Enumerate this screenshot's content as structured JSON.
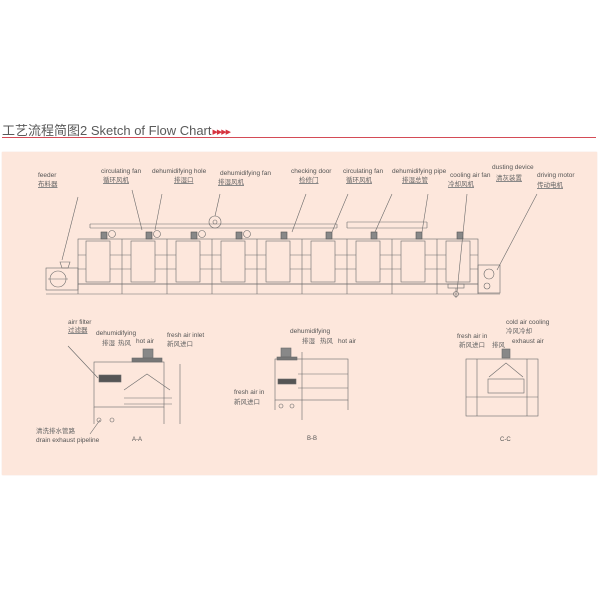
{
  "header": {
    "title": "工艺流程简图2  Sketch of Flow Chart",
    "arrows": "▶▶▶▶",
    "accent_color": "#d6333f",
    "panel_color": "#fde7dc"
  },
  "main_view": {
    "labels": [
      {
        "en": "feeder",
        "cn": "布料器"
      },
      {
        "en": "circulating fan",
        "cn": "循环风机"
      },
      {
        "en": "dehumidifying hole",
        "cn": "排湿口"
      },
      {
        "en": "dehumidifying fan",
        "cn": "排湿风机"
      },
      {
        "en": "checking door",
        "cn": "检修门"
      },
      {
        "en": "circulating fan",
        "cn": "循环风机"
      },
      {
        "en": "dehumidifying pipe",
        "cn": "排湿总管"
      },
      {
        "en": "cooling air fan",
        "cn": "冷却风机"
      },
      {
        "en": "dusting device",
        "cn": "清灰装置"
      },
      {
        "en": "driving motor",
        "cn": "传动电机"
      }
    ],
    "chamber_count": 9
  },
  "section_aa": {
    "labels": {
      "air_filter_en": "airr filter",
      "air_filter_cn": "过滤器",
      "dehumidifying_en": "dehumidifying",
      "dehumidifying_cn": "排湿",
      "hot_air_cn": "热风",
      "hot_air_en": "hot air",
      "fresh_air_inlet_en": "fresh air inlet",
      "fresh_air_inlet_cn": "新风进口",
      "drain_cn": "清洗排水管路",
      "drain_en": "drain exhaust pipeline"
    },
    "caption": "A-A"
  },
  "section_bb": {
    "labels": {
      "dehumidifying_en": "dehumidifying",
      "dehumidifying_cn": "排湿",
      "hot_air_cn": "热风",
      "hot_air_en": "hot air",
      "fresh_air_in_en": "fresh air in",
      "fresh_air_in_cn": "新风进口"
    },
    "caption": "B-B"
  },
  "section_cc": {
    "labels": {
      "cold_air_en": "cold air cooling",
      "cold_air_cn": "冷风冷却",
      "fresh_air_in_en": "fresh air in",
      "fresh_air_in_cn": "新风进口",
      "exhaust_cn": "排风",
      "exhaust_en": "exhaust air"
    },
    "caption": "C-C"
  }
}
